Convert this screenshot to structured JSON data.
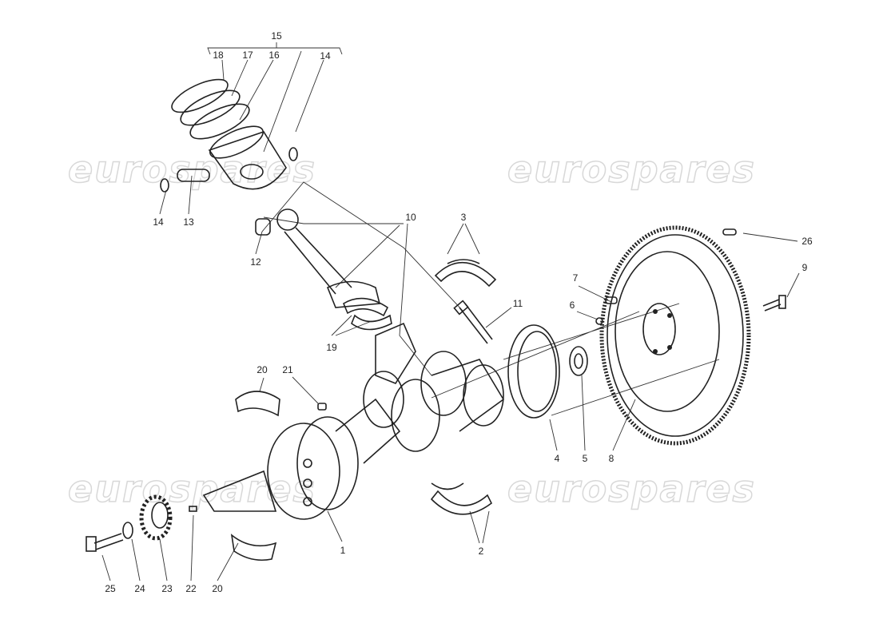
{
  "watermark": "eurospares",
  "callouts": [
    "15",
    "18",
    "17",
    "16",
    "14",
    "14",
    "13",
    "12",
    "10",
    "3",
    "26",
    "9",
    "7",
    "6",
    "11",
    "19",
    "20",
    "21",
    "4",
    "5",
    "8",
    "1",
    "2",
    "25",
    "24",
    "23",
    "22",
    "20"
  ]
}
